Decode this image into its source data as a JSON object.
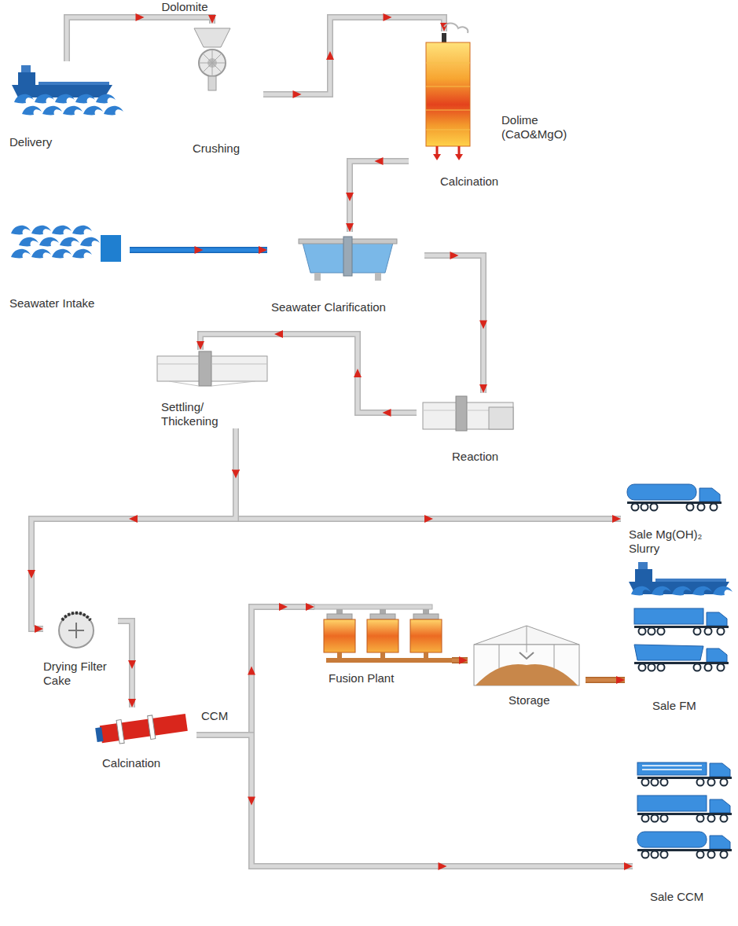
{
  "diagram": {
    "nodes": [
      {
        "text": [
          "Delivery"
        ]
      },
      {
        "text": [
          "Crushing"
        ]
      },
      {
        "text": [
          "Dolime (CaO&MgO)",
          "Calcination"
        ]
      },
      {
        "text": [
          "Seawater Intake"
        ]
      },
      {
        "text": [
          "Seawater Clarification"
        ]
      },
      {
        "text": [
          "Reaction"
        ]
      },
      {
        "text": [
          "Settling/ Thickening"
        ]
      },
      {
        "text": [
          "Sale Mg(OH)₂ Slurry"
        ]
      },
      {
        "text": [
          "Drying Filter Cake"
        ]
      },
      {
        "text": [
          "Calcination"
        ]
      },
      {
        "text": [
          "Fusion Plant"
        ]
      },
      {
        "text": [
          "Storage"
        ]
      },
      {
        "text": [
          "Sale FM"
        ]
      },
      {
        "text": [
          "Sale CCM"
        ]
      }
    ],
    "edges": [
      {
        "from": 0,
        "to": 1,
        "label": "Dolomite",
        "arrow": "to"
      },
      {
        "from": 1,
        "to": 2,
        "arrow": "to"
      },
      {
        "from": 2,
        "to": 4,
        "arrow": "to"
      },
      {
        "from": 3,
        "to": 4,
        "arrow": "to"
      },
      {
        "from": 4,
        "to": 5,
        "arrow": "to"
      },
      {
        "from": 5,
        "to": 6,
        "arrow": "to"
      },
      {
        "from": 6,
        "to": 7,
        "arrow": "to"
      },
      {
        "from": 6,
        "to": 8,
        "arrow": "to"
      },
      {
        "from": 8,
        "to": 9,
        "arrow": "to"
      },
      {
        "from": 9,
        "to": 10,
        "arrow": "to"
      },
      {
        "from": 9,
        "to": 13,
        "arrow": "to"
      },
      {
        "from": 10,
        "to": 11,
        "arrow": "to"
      },
      {
        "from": 11,
        "to": 12,
        "arrow": "to"
      }
    ],
    "labels": [
      "CCM"
    ]
  }
}
